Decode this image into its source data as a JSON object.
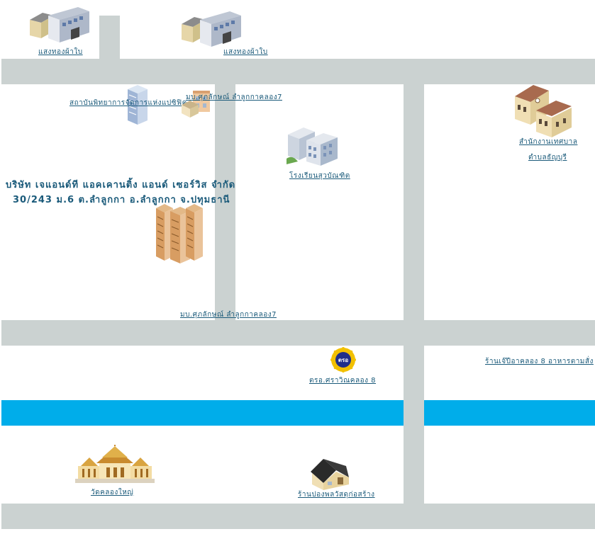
{
  "colors": {
    "road": "#cbd2d1",
    "canal": "#00adea",
    "label": "#1a5a7a"
  },
  "landmarks": {
    "factory_1": "แสงทองผ้าใบ",
    "factory_2": "แสงทองผ้าใบ",
    "institute": "สถาบันพิทยาการจัดการแห่งแปซิฟิค",
    "village_top": "มบ.ศุภลักษณ์ ลำลูกกาคลอง7",
    "school": "โรงเรียนสุวบัณฑิต",
    "municipal_office_line1": "สำนักงานเทศบาล",
    "municipal_office_line2": "ตำบลธัญบุรี",
    "village_bottom": "มบ.ศุภลักษณ์ ลำลูกกาคลอง7",
    "police": "ตรอ.ศราวิณคลอง 8",
    "restaurant": "ร้านเจ๊ปีอาคลอง 8 อาหารตามสั่ง",
    "temple": "วัดคลองใหญ่",
    "hardware_store": "ร้านปองพลวัสดุก่อสร้าง"
  },
  "company": {
    "name": "บริษัท เจแอนด์ที แอคเคานติ้ง แอนด์ เซอร์วิส จำกัด",
    "address": "30/243 ม.6 ต.ลำลูกกา อ.ลำลูกกา จ.ปทุมธานี"
  },
  "badge_text": "ตรอ",
  "icons": [
    "factory-icon",
    "office-tower-icon",
    "house-icon",
    "school-building-icon",
    "government-office-icon",
    "condo-towers-icon",
    "police-badge-icon",
    "temple-icon",
    "shop-house-icon"
  ]
}
